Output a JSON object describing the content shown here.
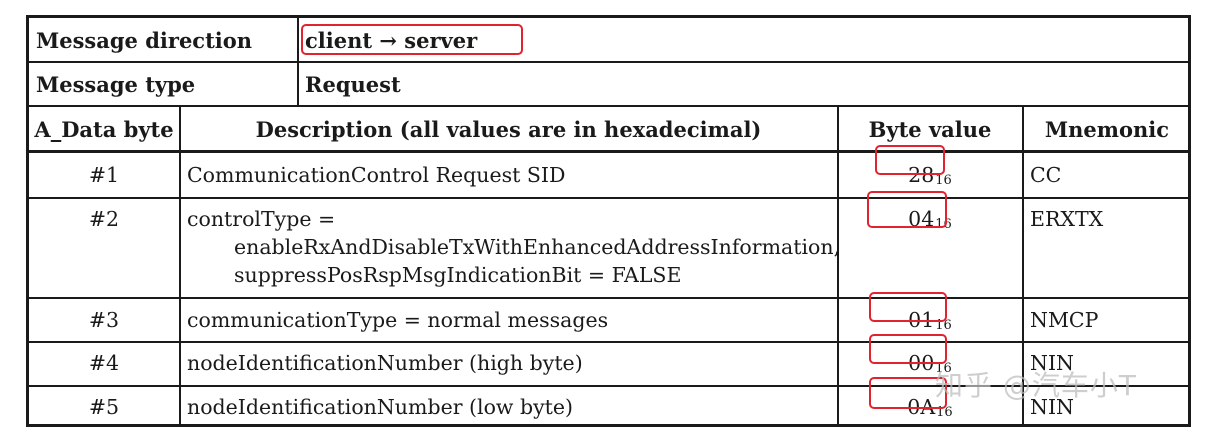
{
  "meta_rows": {
    "direction_label": "Message direction",
    "direction_value": "client → server",
    "type_label": "Message type",
    "type_value": "Request"
  },
  "headers": {
    "a_data_byte": "A_Data byte",
    "description": "Description (all values are in hexadecimal)",
    "byte_value": "Byte value",
    "mnemonic": "Mnemonic"
  },
  "rows": [
    {
      "num": "#1",
      "desc": [
        "CommunicationControl Request SID"
      ],
      "value": "28",
      "sub": "16",
      "mnemonic": "CC"
    },
    {
      "num": "#2",
      "desc": [
        "controlType =",
        "enableRxAndDisableTxWithEnhancedAddressInformation,",
        "suppressPosRspMsgIndicationBit = FALSE"
      ],
      "value": "04",
      "sub": "16",
      "mnemonic": "ERXTX"
    },
    {
      "num": "#3",
      "desc": [
        "communicationType = normal messages"
      ],
      "value": "01",
      "sub": "16",
      "mnemonic": "NMCP"
    },
    {
      "num": "#4",
      "desc": [
        "nodeIdentificationNumber (high byte)"
      ],
      "value": "00",
      "sub": "16",
      "mnemonic": "NIN"
    },
    {
      "num": "#5",
      "desc": [
        "nodeIdentificationNumber (low byte)"
      ],
      "value": "0A",
      "sub": "16",
      "mnemonic": "NIN"
    }
  ],
  "watermark": "知乎 @汽车小T",
  "colors": {
    "highlight": "#e0232f",
    "border": "#1a1a1a"
  }
}
